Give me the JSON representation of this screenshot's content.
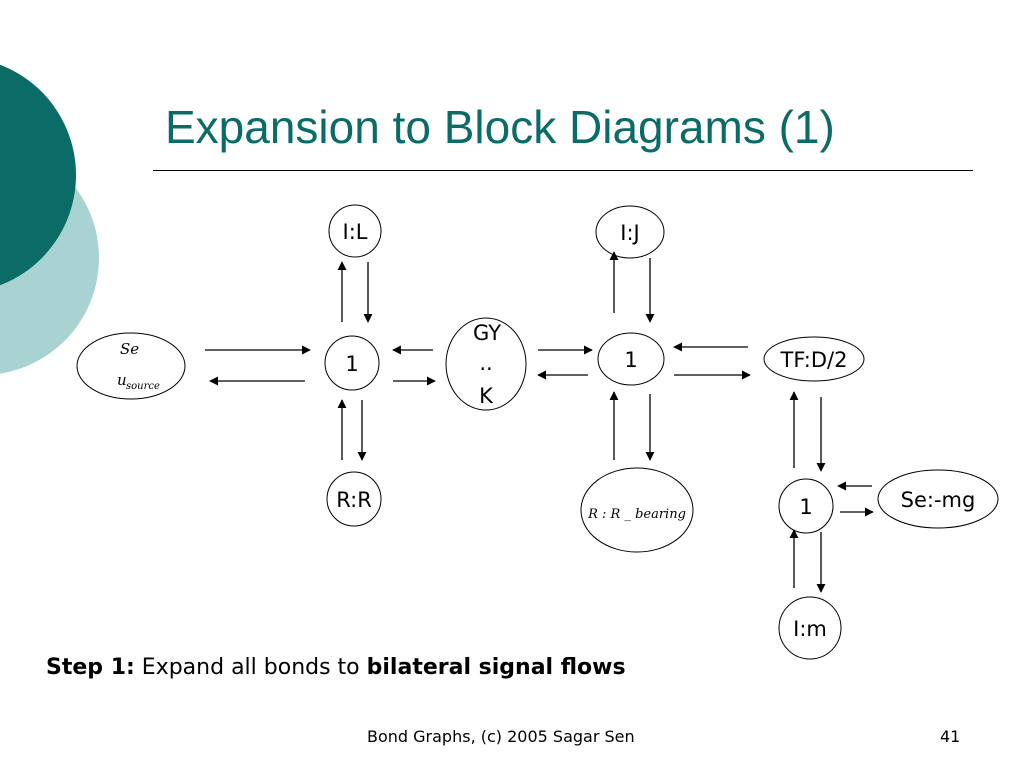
{
  "slide": {
    "title": "Expansion to Block Diagrams (1)",
    "step_label": "Step 1:",
    "step_text": "Expand all bonds to",
    "step_emphasis": "bilateral signal flows",
    "footer": "Bond Graphs, (c) 2005 Sagar Sen",
    "page_number": "41"
  },
  "colors": {
    "accent_dark": "#0b6b66",
    "accent_light": "#a9d3d2"
  },
  "diagram": {
    "se_line1": "Se",
    "se_u": "u",
    "se_sub": "source",
    "il": "I:L",
    "one_left": "1",
    "rr": "R:R",
    "gy_line1": "GY",
    "gy_line2": "..",
    "gy_line3": "K",
    "ij": "I:J",
    "one_mid": "1",
    "rbearing": "R : R _ bearing",
    "tf": "TF:D/2",
    "one_right": "1",
    "semg": "Se:-mg",
    "im": "I:m"
  }
}
